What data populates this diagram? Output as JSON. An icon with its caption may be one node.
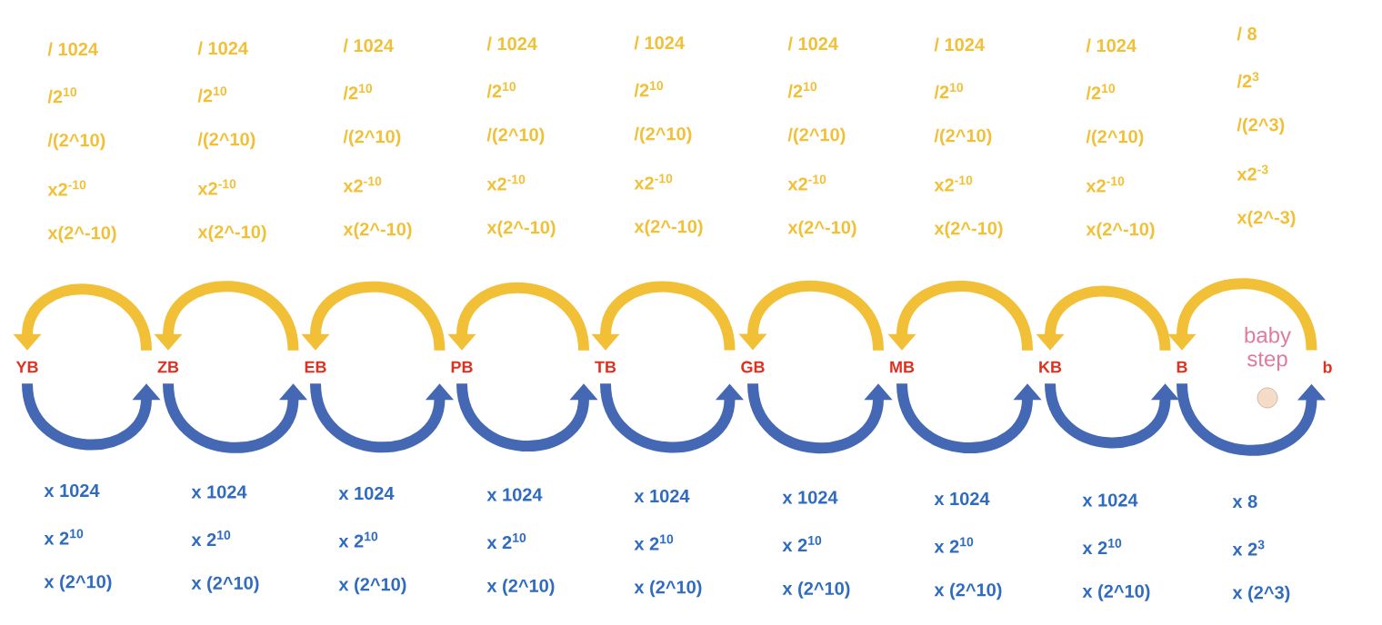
{
  "diagram": {
    "nodes": [
      {
        "text": [
          "YB"
        ]
      },
      {
        "text": [
          "ZB"
        ]
      },
      {
        "text": [
          "EB"
        ]
      },
      {
        "text": [
          "PB"
        ]
      },
      {
        "text": [
          "TB"
        ]
      },
      {
        "text": [
          "GB"
        ]
      },
      {
        "text": [
          "MB"
        ]
      },
      {
        "text": [
          "KB"
        ]
      },
      {
        "text": [
          "B"
        ]
      },
      {
        "text": [
          "b"
        ]
      }
    ],
    "edges": [
      {
        "from": 1,
        "to": 0,
        "arrow": "to",
        "color": "#f2c037"
      },
      {
        "from": 2,
        "to": 1,
        "arrow": "to",
        "color": "#f2c037"
      },
      {
        "from": 3,
        "to": 2,
        "arrow": "to",
        "color": "#f2c037"
      },
      {
        "from": 4,
        "to": 3,
        "arrow": "to",
        "color": "#f2c037"
      },
      {
        "from": 5,
        "to": 4,
        "arrow": "to",
        "color": "#f2c037"
      },
      {
        "from": 6,
        "to": 5,
        "arrow": "to",
        "color": "#f2c037"
      },
      {
        "from": 7,
        "to": 6,
        "arrow": "to",
        "color": "#f2c037"
      },
      {
        "from": 8,
        "to": 7,
        "arrow": "to",
        "color": "#f2c037"
      },
      {
        "from": 9,
        "to": 8,
        "arrow": "to",
        "color": "#f2c037"
      },
      {
        "from": 0,
        "to": 1,
        "arrow": "to",
        "color": "#4468b4"
      },
      {
        "from": 1,
        "to": 2,
        "arrow": "to",
        "color": "#4468b4"
      },
      {
        "from": 2,
        "to": 3,
        "arrow": "to",
        "color": "#4468b4"
      },
      {
        "from": 3,
        "to": 4,
        "arrow": "to",
        "color": "#4468b4"
      },
      {
        "from": 4,
        "to": 5,
        "arrow": "to",
        "color": "#4468b4"
      },
      {
        "from": 5,
        "to": 6,
        "arrow": "to",
        "color": "#4468b4"
      },
      {
        "from": 6,
        "to": 7,
        "arrow": "to",
        "color": "#4468b4"
      },
      {
        "from": 7,
        "to": 8,
        "arrow": "to",
        "color": "#4468b4"
      },
      {
        "from": 8,
        "to": 9,
        "arrow": "to",
        "color": "#4468b4"
      }
    ],
    "labels": [
      "/ 1024",
      "/2$^{10}$",
      "/(2^10)",
      "x2$^{-10}$",
      "x(2^-10)",
      "/ 1024",
      "/2$^{10}$",
      "/(2^10)",
      "x2$^{-10}$",
      "x(2^-10)",
      "/ 1024",
      "/2$^{10}$",
      "/(2^10)",
      "x2$^{-10}$",
      "x(2^-10)",
      "/ 1024",
      "/2$^{10}$",
      "/(2^10)",
      "x2$^{-10}$",
      "x(2^-10)",
      "/ 1024",
      "/2$^{10}$",
      "/(2^10)",
      "x2$^{-10}$",
      "x(2^-10)",
      "/ 1024",
      "/2$^{10}$",
      "/(2^10)",
      "x2$^{-10}$",
      "x(2^-10)",
      "/ 1024",
      "/2$^{10}$",
      "/(2^10)",
      "x2$^{-10}$",
      "x(2^-10)",
      "/ 1024",
      "/2$^{10}$",
      "/(2^10)",
      "x2$^{-10}$",
      "x(2^-10)",
      "/ 8",
      "/2$^{3}$",
      "/(2^3)",
      "x2$^{-3}$",
      "x(2^-3)",
      "x 1024",
      "x 2$^{10}$",
      "x (2^10)",
      "x 1024",
      "x 2$^{10}$",
      "x (2^10)",
      "x 1024",
      "x 2$^{10}$",
      "x (2^10)",
      "x 1024",
      "x 2$^{10}$",
      "x (2^10)",
      "x 1024",
      "x 2$^{10}$",
      "x (2^10)",
      "x 1024",
      "x 2$^{10}$",
      "x (2^10)",
      "x 1024",
      "x 2$^{10}$",
      "x (2^10)",
      "x 1024",
      "x 2$^{10}$",
      "x (2^10)",
      "x 8",
      "x 2$^{3}$",
      "x (2^3)",
      "baby step"
    ]
  }
}
